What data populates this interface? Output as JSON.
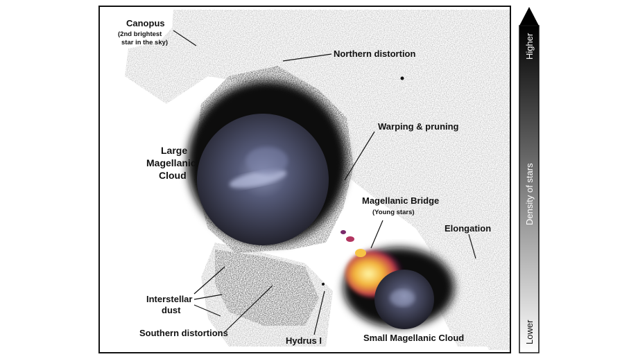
{
  "labels": {
    "canopus": "Canopus",
    "canopus_note_1": "(2nd brightest",
    "canopus_note_2": "star in the sky)",
    "northern_distortion": "Northern distortion",
    "warping": "Warping & pruning",
    "lmc_1": "Large",
    "lmc_2": "Magellanic",
    "lmc_3": "Cloud",
    "bridge": "Magellanic Bridge",
    "bridge_note": "(Young stars)",
    "elongation": "Elongation",
    "dust_1": "Interstellar",
    "dust_2": "dust",
    "southern": "Southern distortions",
    "hydrus": "Hydrus I",
    "smc": "Small Magellanic Cloud"
  },
  "colorbar": {
    "title": "Density of stars",
    "top": "Higher",
    "bottom": "Lower"
  },
  "colors": {
    "frame": "#111111",
    "density_high": "#0a0a0a",
    "density_low": "#ffffff",
    "young_stars": "#f5e05a",
    "cloud_fill": "#3d3f55"
  }
}
